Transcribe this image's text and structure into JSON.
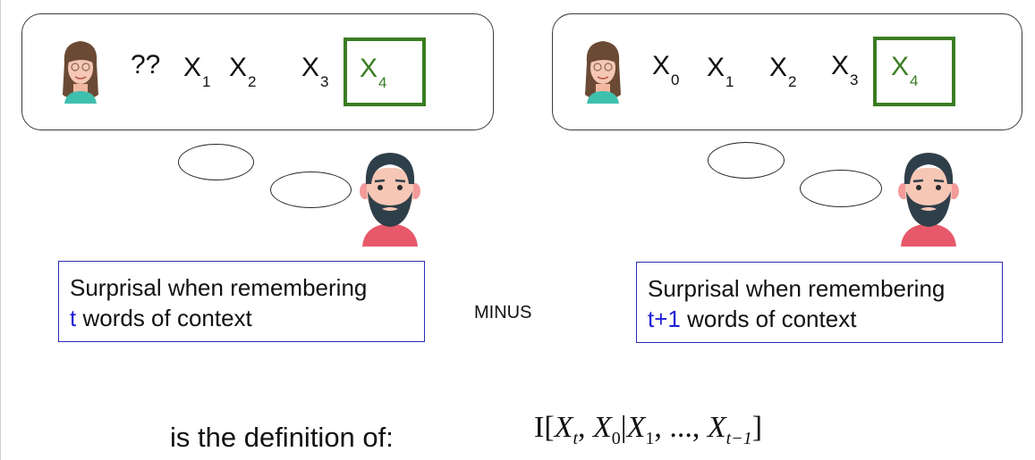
{
  "left_panel": {
    "unknown_token": "??",
    "tokens": [
      {
        "base": "X",
        "sub": "1"
      },
      {
        "base": "X",
        "sub": "2"
      },
      {
        "base": "X",
        "sub": "3"
      }
    ],
    "target_token": {
      "base": "X",
      "sub": "4"
    }
  },
  "right_panel": {
    "tokens": [
      {
        "base": "X",
        "sub": "0"
      },
      {
        "base": "X",
        "sub": "1"
      },
      {
        "base": "X",
        "sub": "2"
      },
      {
        "base": "X",
        "sub": "3"
      }
    ],
    "target_token": {
      "base": "X",
      "sub": "4"
    }
  },
  "left_caption": {
    "line1": "Surprisal when remembering",
    "highlight": "t",
    "rest": " words of context"
  },
  "right_caption": {
    "line1": "Surprisal when remembering",
    "highlight": "t+1",
    "rest": " words of context"
  },
  "operator_label": "MINUS",
  "definition_text": "is the definition of:",
  "formula": {
    "I": "I",
    "lb": "[",
    "x1": "X",
    "t1": "t",
    "comma1": ", ",
    "x2": "X",
    "s0": "0",
    "bar": "|",
    "x3": "X",
    "s1": "1",
    "mid": ", ..., ",
    "x4": "X",
    "tm1": "t−1",
    "rb": "]"
  },
  "colors": {
    "target_green": "#3a7d22",
    "caption_border": "#2b2bb8",
    "highlight_blue": "#1f1fd6",
    "skin": "#f6c7b5",
    "hair_woman": "#6b4a35",
    "hair_man": "#2f3f4a",
    "shirt": "#e7596a"
  },
  "icons": {
    "woman": "woman-avatar-icon",
    "man": "bearded-man-avatar-icon"
  }
}
